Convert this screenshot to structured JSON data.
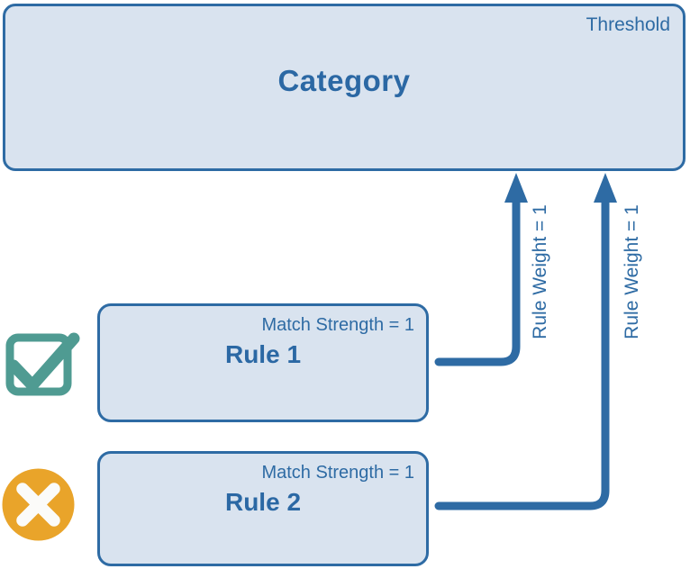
{
  "category": {
    "title": "Category",
    "corner_label": "Threshold"
  },
  "rules": [
    {
      "name": "Rule 1",
      "match_label": "Match Strength = 1",
      "weight_label": "Rule Weight = 1",
      "icon": "checkmark-icon"
    },
    {
      "name": "Rule 2",
      "match_label": "Match Strength = 1",
      "weight_label": "Rule Weight = 1",
      "icon": "x-icon"
    }
  ],
  "colors": {
    "box_fill": "#d9e3ef",
    "box_border": "#2e6ba4",
    "text_blue": "#2b68a4",
    "arrow_blue": "#2e6ba4",
    "check_teal": "#4f9b92",
    "x_orange": "#e9a42a",
    "x_glyph": "#fbfbf9"
  }
}
